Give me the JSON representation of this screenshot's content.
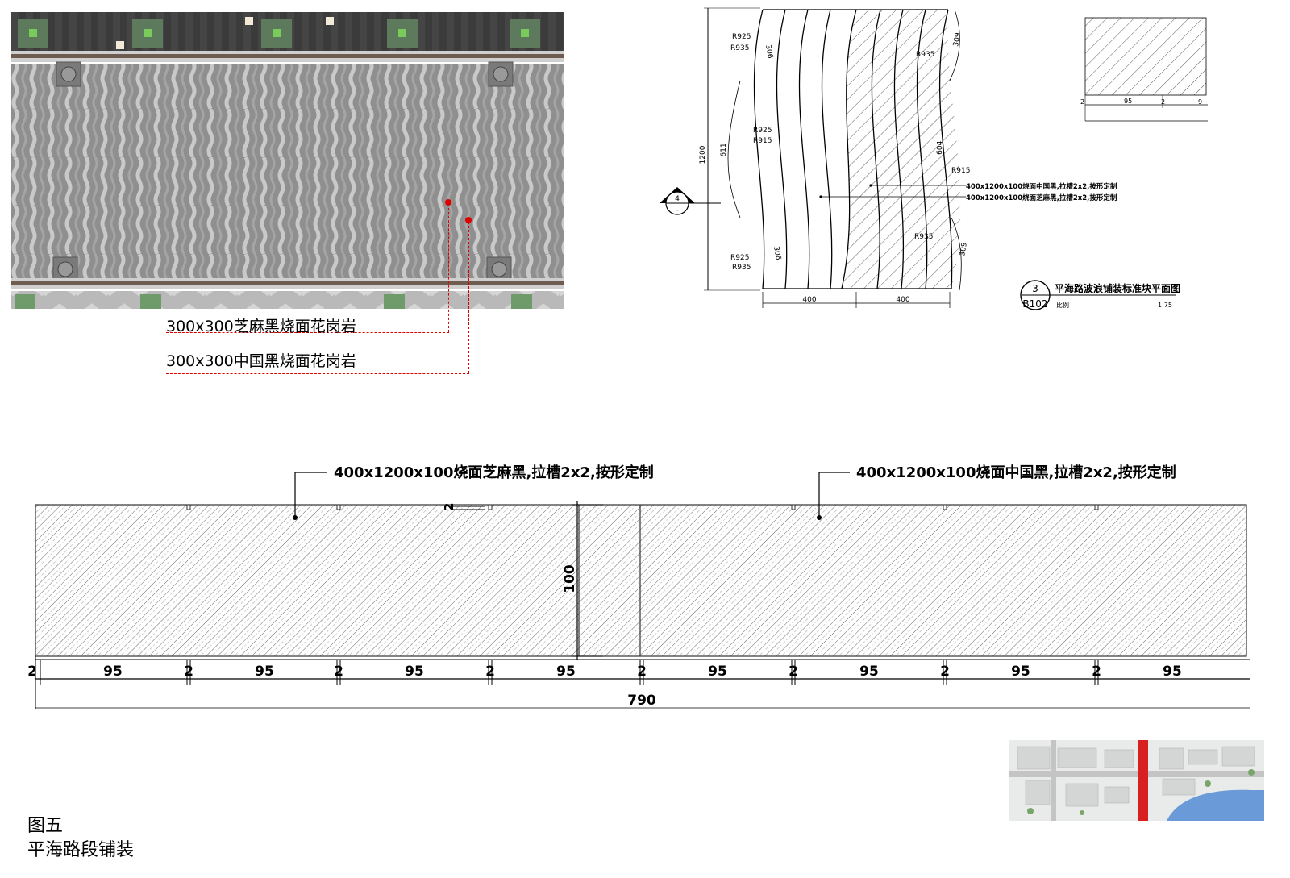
{
  "render": {
    "callout_1": "300x300芝麻黑烧面花岗岩",
    "callout_2": "300x300中国黑烧面花岗岩"
  },
  "plan": {
    "radius_labels": [
      "R925",
      "R935",
      "R925",
      "R915",
      "R925",
      "R935",
      "R935",
      "R935",
      "R915"
    ],
    "dim_labels": {
      "left_height": "1200",
      "left_upper": "611",
      "seg_top": "306",
      "seg_bottom": "306",
      "right_top": "309",
      "right_mid": "604",
      "right_bottom": "309",
      "width_a": "400",
      "width_b": "400"
    },
    "notes": [
      "400x1200x100烧面中国黑,拉槽2x2,按形定制",
      "400x1200x100烧面芝麻黑,拉槽2x2,按形定制"
    ],
    "section_symbol": {
      "number": "4",
      "sheet": "–"
    },
    "title_symbol": {
      "number": "3",
      "sheet": "B102"
    },
    "title": "平海路波浪铺装标准块平面图",
    "scale_label": "比例",
    "scale": "1:75",
    "detail_dims": [
      "2",
      "95",
      "2",
      "9"
    ]
  },
  "section": {
    "label_left": "400x1200x100烧面芝麻黑,拉槽2x2,按形定制",
    "label_right": "400x1200x100烧面中国黑,拉槽2x2,按形定制",
    "groove": "2",
    "height": "100",
    "dims": [
      "2",
      "95",
      "2",
      "95",
      "2",
      "95",
      "2",
      "95",
      "2",
      "95",
      "2",
      "95",
      "2",
      "95",
      "2",
      "95"
    ],
    "total": "790"
  },
  "figure": {
    "number": "图五",
    "caption": "平海路段铺装"
  },
  "colors": {
    "pavement": "#8e8e8e",
    "wave": "#c9c9c9",
    "callout": "#dd0000",
    "highlight": "#d92020",
    "water": "#6a9ad8"
  }
}
